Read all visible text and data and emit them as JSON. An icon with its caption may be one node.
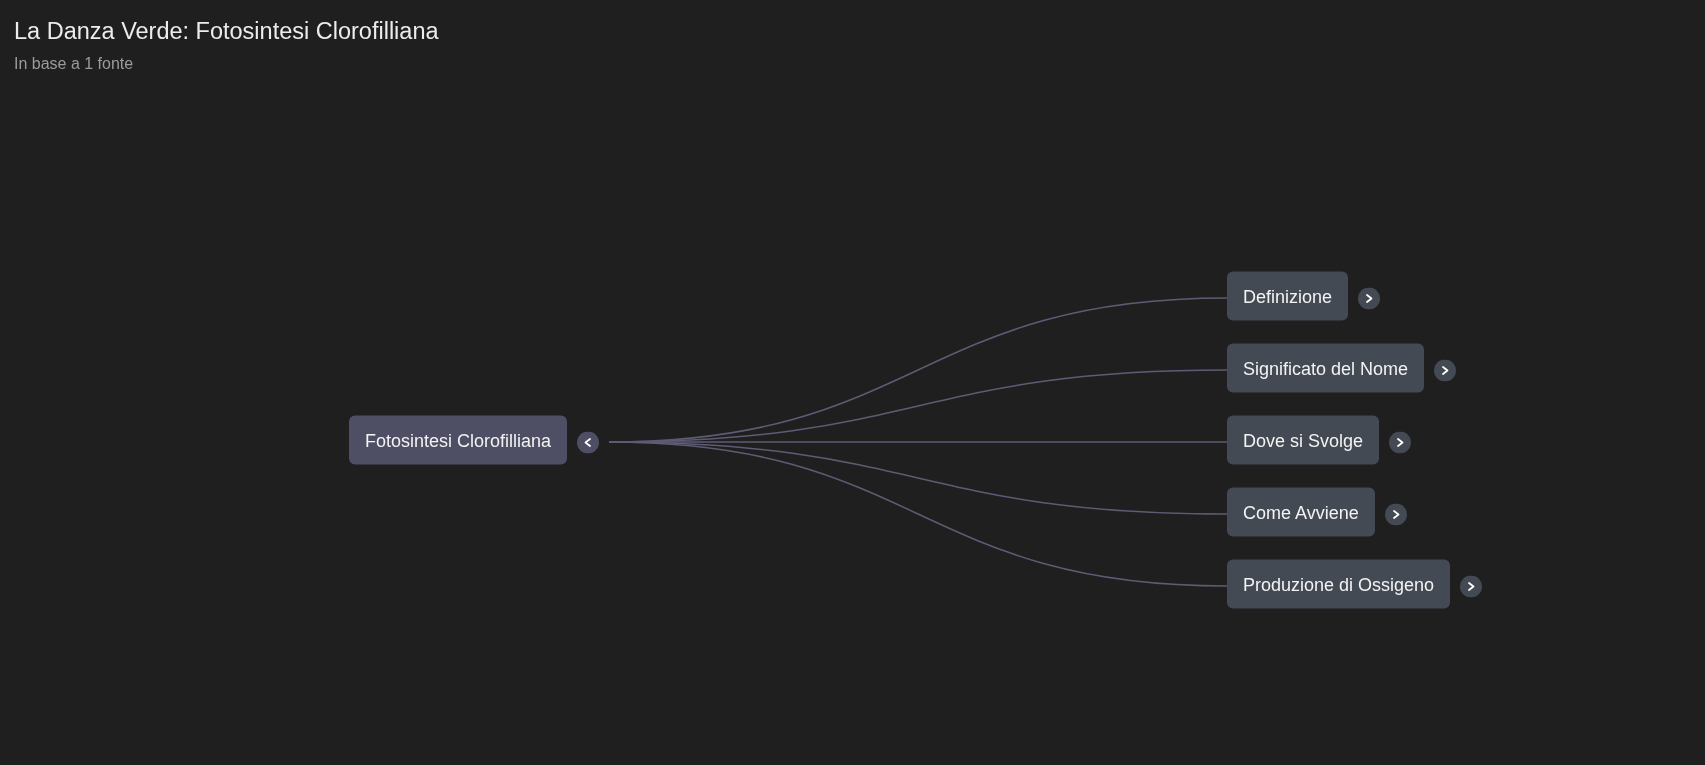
{
  "diagram": {
    "title": "La Danza Verde: Fotosintesi Clorofilliana",
    "labels": [
      "In base a 1 fonte"
    ],
    "nodes": [
      {
        "text": [
          "Fotosintesi Clorofilliana"
        ]
      },
      {
        "text": [
          "Definizione"
        ]
      },
      {
        "text": [
          "Significato del Nome"
        ]
      },
      {
        "text": [
          "Dove si Svolge"
        ]
      },
      {
        "text": [
          "Come Avviene"
        ]
      },
      {
        "text": [
          "Produzione di Ossigeno"
        ]
      }
    ],
    "edges": [
      {
        "from": 0,
        "to": 1,
        "arrow": "none"
      },
      {
        "from": 0,
        "to": 2,
        "arrow": "none"
      },
      {
        "from": 0,
        "to": 3,
        "arrow": "none"
      },
      {
        "from": 0,
        "to": 4,
        "arrow": "none"
      },
      {
        "from": 0,
        "to": 5,
        "arrow": "none"
      }
    ]
  }
}
